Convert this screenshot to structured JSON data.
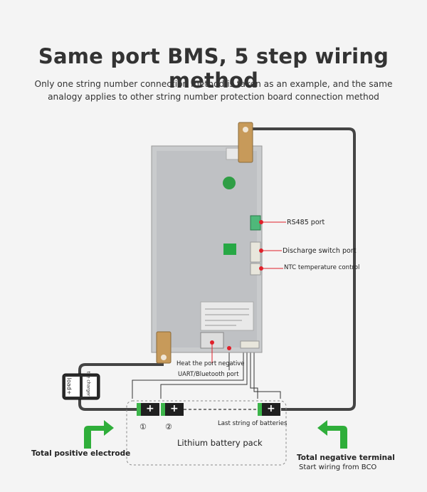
{
  "header": {
    "title": "Same port BMS, 5 step wiring method",
    "subtitle_line1": "Only one string number connection method is taken as an example, and the same",
    "subtitle_line2": "analogy applies to other string number protection board connection method"
  },
  "ports": {
    "rs485": "RS485 port",
    "discharge_switch": "Discharge switch port",
    "ntc": "NTC temperature control",
    "heat_negative": "Heat the port negative",
    "uart": "UART/Bluetooth port"
  },
  "load": {
    "load_label": "load+",
    "charger_label": "the charger+"
  },
  "battery": {
    "pack_label": "Lithium battery pack",
    "last_string": "Last string of batteries",
    "step1": "①",
    "step2": "②",
    "plus": "+"
  },
  "electrodes": {
    "positive": "Total positive electrode",
    "negative": "Total negative terminal",
    "start_wiring": "Start wiring from BCO"
  },
  "colors": {
    "arrow_green": "#2fae3a",
    "port_red": "#e0202a",
    "connector_green": "#4fb87a",
    "wire": "#444444"
  }
}
